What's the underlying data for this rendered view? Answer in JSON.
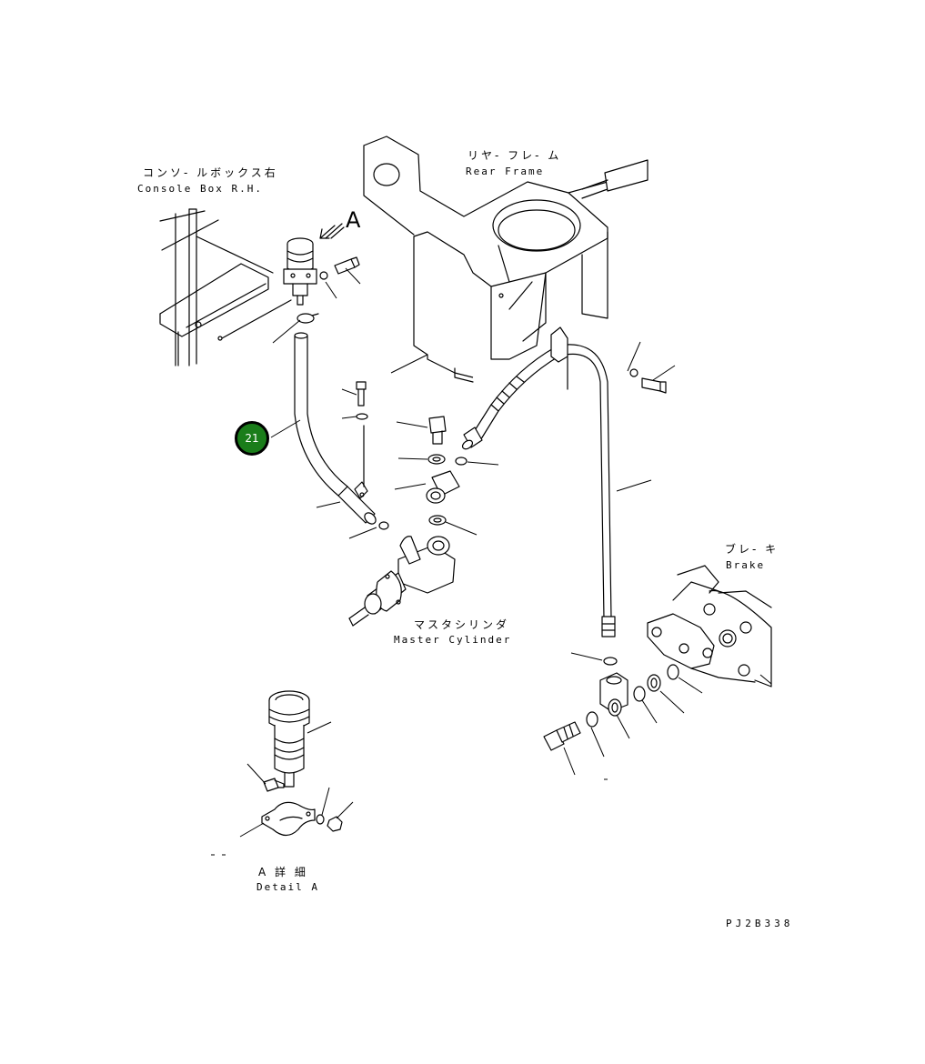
{
  "labels": {
    "console_box_jp": "コンソ- ルボックス右",
    "console_box_en": "Console Box R.H.",
    "rear_frame_jp": "リヤ- フレ- ム",
    "rear_frame_en": "Rear Frame",
    "brake_jp": "ブレ- キ",
    "brake_en": "Brake",
    "master_cylinder_jp": "マスタシリンダ",
    "master_cylinder_en": "Master Cylinder",
    "detail_jp": "A 詳 細",
    "detail_en": "Detail A",
    "view_arrow_letter": "A"
  },
  "callouts": [
    {
      "number": "21",
      "color": "#1a7d1a"
    }
  ],
  "drawing_code": "PJ2B338"
}
